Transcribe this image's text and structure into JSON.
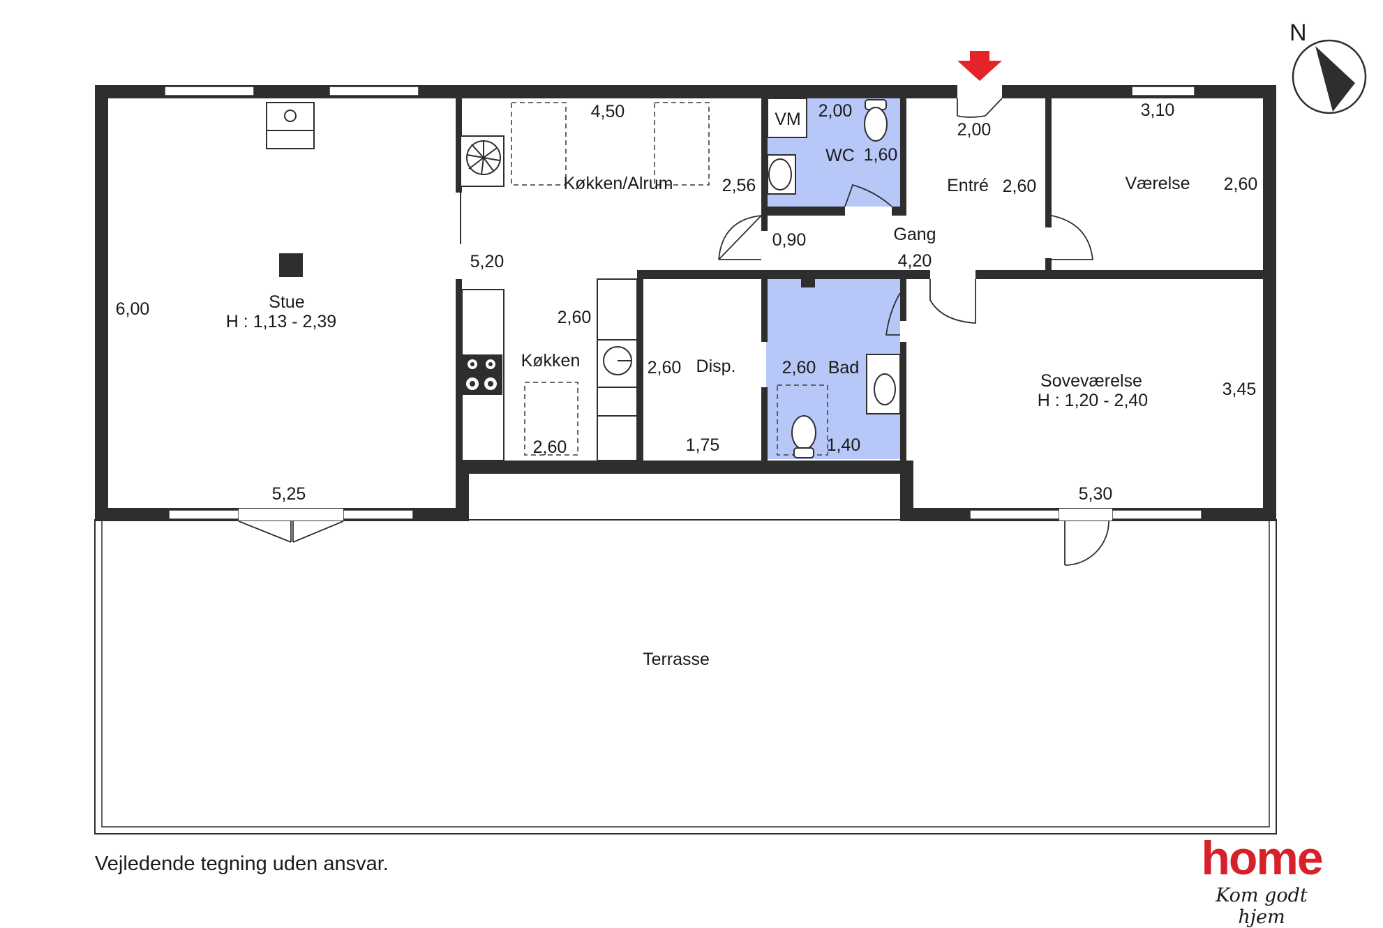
{
  "rooms": {
    "stue": {
      "name": "Stue",
      "height": "H : 1,13 - 2,39",
      "dim_width": "5,25",
      "dim_depth": "6,00"
    },
    "kokken_alrum": {
      "name": "Køkken/Alrum",
      "dim_top": "4,50",
      "dim_side": "2,56",
      "dim_passage": "5,20"
    },
    "kokken": {
      "name": "Køkken",
      "dim_side": "2,60",
      "dim_bottom": "2,60"
    },
    "disp": {
      "name": "Disp.",
      "dim_side": "2,60",
      "dim_bottom": "1,75"
    },
    "bad": {
      "name": "Bad",
      "dim_side": "2,60",
      "dim_bottom": "1,40"
    },
    "wc": {
      "name": "WC",
      "dim_top": "2,00",
      "dim_side": "1,60"
    },
    "vm": {
      "name": "VM"
    },
    "entre": {
      "name": "Entré",
      "dim_top": "2,00",
      "dim_side": "2,60"
    },
    "gang": {
      "name": "Gang",
      "dim_length": "4,20",
      "dim_opening": "0,90"
    },
    "vaerelse": {
      "name": "Værelse",
      "dim_top": "3,10",
      "dim_side": "2,60"
    },
    "sovevaerelse": {
      "name": "Soveværelse",
      "height": "H : 1,20 - 2,40",
      "dim_side": "3,45",
      "dim_bottom": "5,30"
    },
    "terrasse": {
      "name": "Terrasse"
    }
  },
  "compass_label": "N",
  "disclaimer": "Vejledende tegning uden ansvar.",
  "brand": {
    "name": "home",
    "tagline": "Kom godt hjem"
  },
  "colors": {
    "wall": "#2e2e2e",
    "wet_room": "#b7c7f7",
    "entrance_arrow": "#e5242a",
    "brand_red": "#d8202a"
  }
}
